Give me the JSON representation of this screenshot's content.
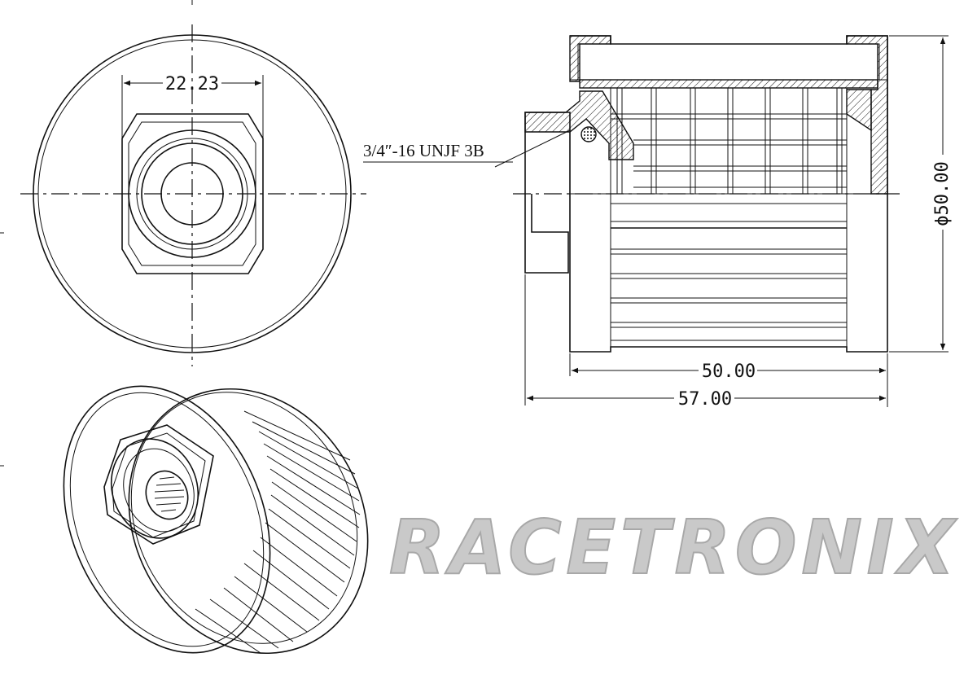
{
  "dimensions": {
    "hex_width": "22.23",
    "thread_spec": "3/4″-16 UNJF 3B",
    "diameter": "ϕ50.00",
    "body_length": "50.00",
    "overall_length": "57.00"
  },
  "logo": {
    "text": "RACETRONIX"
  }
}
